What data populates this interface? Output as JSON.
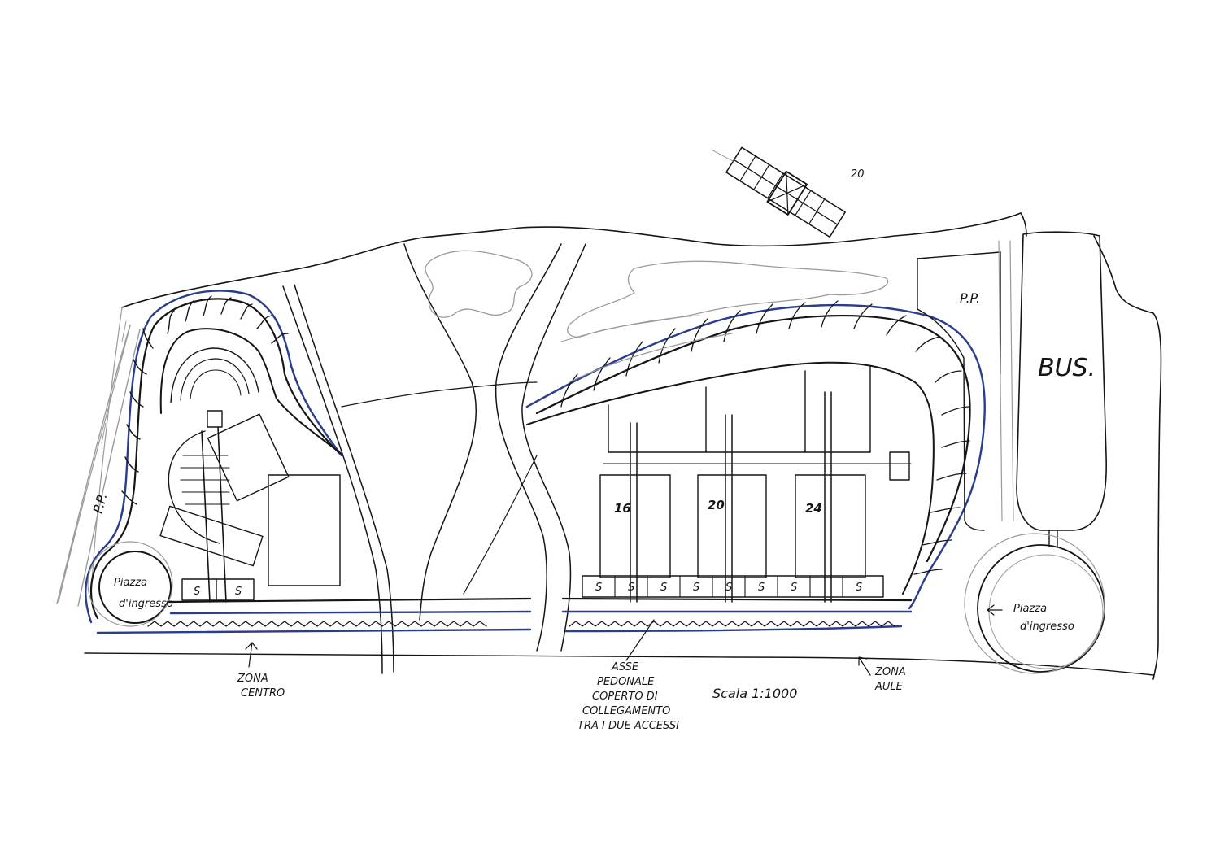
{
  "sketch": {
    "labels": {
      "pp_left": "P.P.",
      "pp_right": "P.P.",
      "bus": "BUS.",
      "piazza_left_1": "Piazza",
      "piazza_left_2": "d'ingresso",
      "piazza_right_1": "Piazza",
      "piazza_right_2": "d'ingresso",
      "zona_centro_1": "ZONA",
      "zona_centro_2": "CENTRO",
      "zona_aule_1": "ZONA",
      "zona_aule_2": "AULE",
      "asse_1": "ASSE",
      "asse_2": "PEDONALE",
      "asse_3": "COPERTO DI",
      "asse_4": "COLLEGAMENTO",
      "asse_5": "TRA I DUE ACCESSI",
      "scale": "Scala 1:1000",
      "block_16": "16",
      "block_20": "20",
      "block_24": "24",
      "s_mark": "S",
      "sheet_number": "20"
    },
    "colors": {
      "ink": "#151515",
      "pencil": "#9a9a9a",
      "blue_pen": "#2a3c8c",
      "paper": "#ffffff"
    }
  }
}
